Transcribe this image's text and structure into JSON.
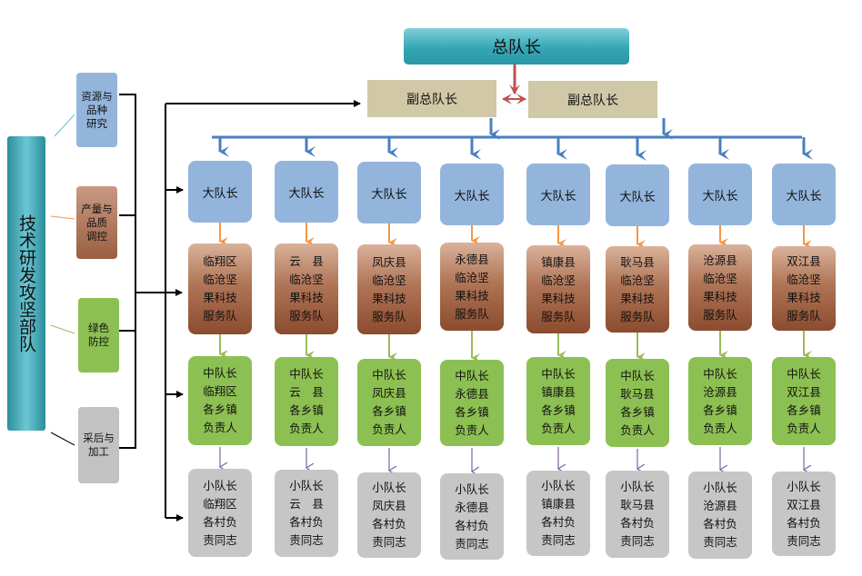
{
  "diagram": {
    "side_label": "技术研发攻坚部队",
    "categories": [
      {
        "label": "资源与\n品种\n研究"
      },
      {
        "label": "产量与\n品质\n调控"
      },
      {
        "label": "绿色\n防控"
      },
      {
        "label": "采后与\n加工"
      }
    ],
    "chief": "总队长",
    "deputies": [
      "副总队长",
      "副总队长"
    ],
    "columns": [
      {
        "captain": "大队长",
        "county_team": "临翔区\n临沧坚\n果科技\n服务队",
        "mid_leader": "中队长\n临翔区\n各乡镇\n负责人",
        "squad_leader": "小队长\n临翔区\n各村负\n责同志"
      },
      {
        "captain": "大队长",
        "county_team": "云　县\n临沧坚\n果科技\n服务队",
        "mid_leader": "中队长\n云　县\n各乡镇\n负责人",
        "squad_leader": "小队长\n云　县\n各村负\n责同志"
      },
      {
        "captain": "大队长",
        "county_team": "凤庆县\n临沧坚\n果科技\n服务队",
        "mid_leader": "中队长\n凤庆县\n各乡镇\n负责人",
        "squad_leader": "小队长\n凤庆县\n各村负\n责同志"
      },
      {
        "captain": "大队长",
        "county_team": "永德县\n临沧坚\n果科技\n服务队",
        "mid_leader": "中队长\n永德县\n各乡镇\n负责人",
        "squad_leader": "小队长\n永德县\n各村负\n责同志"
      },
      {
        "captain": "大队长",
        "county_team": "镇康县\n临沧坚\n果科技\n服务队",
        "mid_leader": "中队长\n镇康县\n各乡镇\n负责人",
        "squad_leader": "小队长\n镇康县\n各村负\n责同志"
      },
      {
        "captain": "大队长",
        "county_team": "耿马县\n临沧坚\n果科技\n服务队",
        "mid_leader": "中队长\n耿马县\n各乡镇\n负责人",
        "squad_leader": "小队长\n耿马县\n各村负\n责同志"
      },
      {
        "captain": "大队长",
        "county_team": "沧源县\n临沧坚\n果科技\n服务队",
        "mid_leader": "中队长\n沧源县\n各乡镇\n负责人",
        "squad_leader": "小队长\n沧源县\n各村负\n责同志"
      },
      {
        "captain": "大队长",
        "county_team": "双江县\n临沧坚\n果科技\n服务队",
        "mid_leader": "中队长\n双江县\n各乡镇\n负责人",
        "squad_leader": "小队长\n双江县\n各村负\n责同志"
      }
    ]
  },
  "colors": {
    "chief": "#35a6b4",
    "deputy": "#d0c8a6",
    "captain": "#93b5dc",
    "county_team": "#9b5f42",
    "mid_leader": "#8dc052",
    "squad_leader": "#c6c6c6",
    "blue_arrow": "#4a7fc1",
    "red_arrow": "#c0504d",
    "orange_arrow": "#f79646",
    "green_arrow": "#9bbb59",
    "purple_arrow": "#8064a2"
  }
}
